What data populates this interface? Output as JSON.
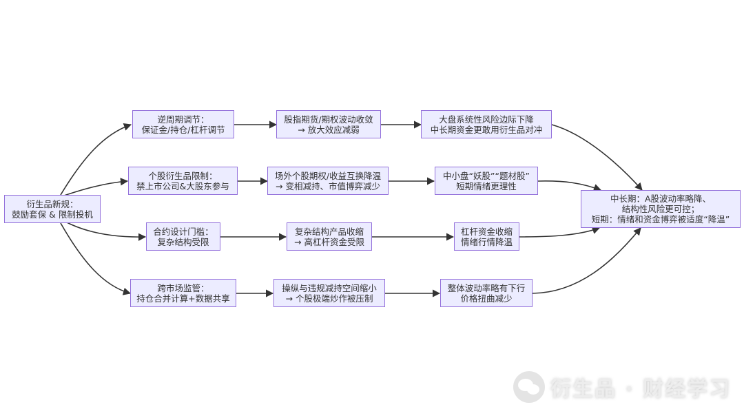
{
  "nodes": {
    "root": {
      "lines": [
        "衍生品新规：",
        "鼓励套保 & 限制投机"
      ]
    },
    "a1": {
      "lines": [
        "逆周期调节：",
        "保证金/持仓/杠杆调节"
      ]
    },
    "a2": {
      "lines": [
        "股指期货/期权波动收敛",
        "→ 放大效应减弱"
      ]
    },
    "a3": {
      "lines": [
        "大盘系统性风险边际下降",
        "中长期资金更敢用衍生品对冲"
      ]
    },
    "b1": {
      "lines": [
        "个股衍生品限制：",
        "禁上市公司&大股东参与"
      ]
    },
    "b2": {
      "lines": [
        "场外个股期权/收益互换降温",
        "→ 变相减持、市值博弈减少"
      ]
    },
    "b3": {
      "lines": [
        "中小盘“妖股”“题材股”",
        "短期情绪更理性"
      ]
    },
    "c1": {
      "lines": [
        "合约设计门槛：",
        "复杂结构受限"
      ]
    },
    "c2": {
      "lines": [
        "复杂结构产品收缩",
        "→ 高杠杆资金受限"
      ]
    },
    "c3": {
      "lines": [
        "杠杆资金收缩",
        "情绪行情降温"
      ]
    },
    "d1": {
      "lines": [
        "跨市场监管：",
        "持仓合并计算+数据共享"
      ]
    },
    "d2": {
      "lines": [
        "操纵与违规减持空间缩小",
        "→ 个股极端炒作被压制"
      ]
    },
    "d3": {
      "lines": [
        "整体波动率略有下行",
        "价格扭曲减少"
      ]
    },
    "final": {
      "lines": [
        "中长期：A股波动率略降、",
        "结构性风险更可控；",
        "短期：情绪和资金博弈被适度“降温”"
      ]
    }
  },
  "watermark": {
    "text": "衍生品 · 财经学习"
  },
  "colors": {
    "node_fill": "#ECECFF",
    "node_border": "#9370DB",
    "edge": "#333333"
  }
}
